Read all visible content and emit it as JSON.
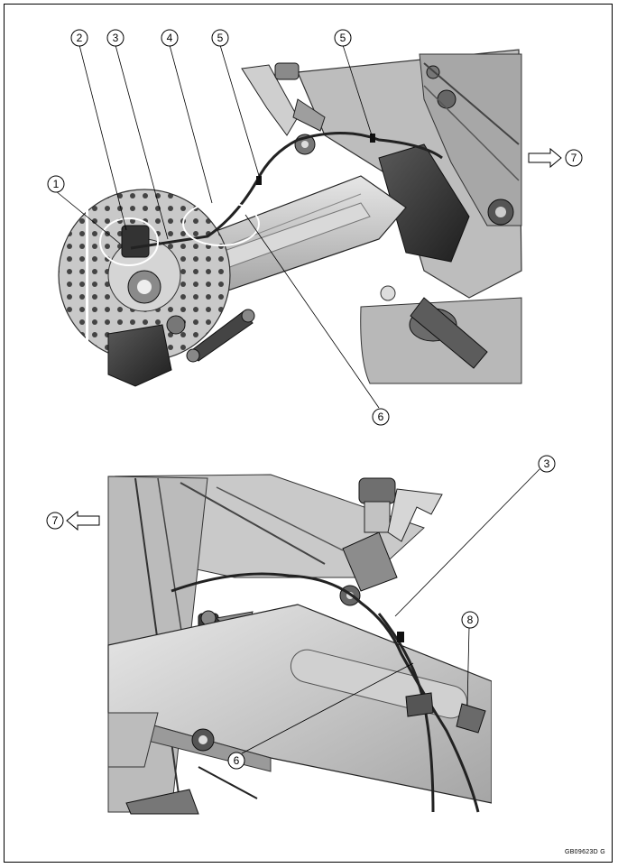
{
  "figure_code": "GB09623D  G",
  "top_figure": {
    "callouts": [
      "1",
      "2",
      "3",
      "4",
      "5",
      "5",
      "6",
      "7"
    ]
  },
  "bottom_figure": {
    "callouts": [
      "3",
      "6",
      "7",
      "8"
    ]
  }
}
